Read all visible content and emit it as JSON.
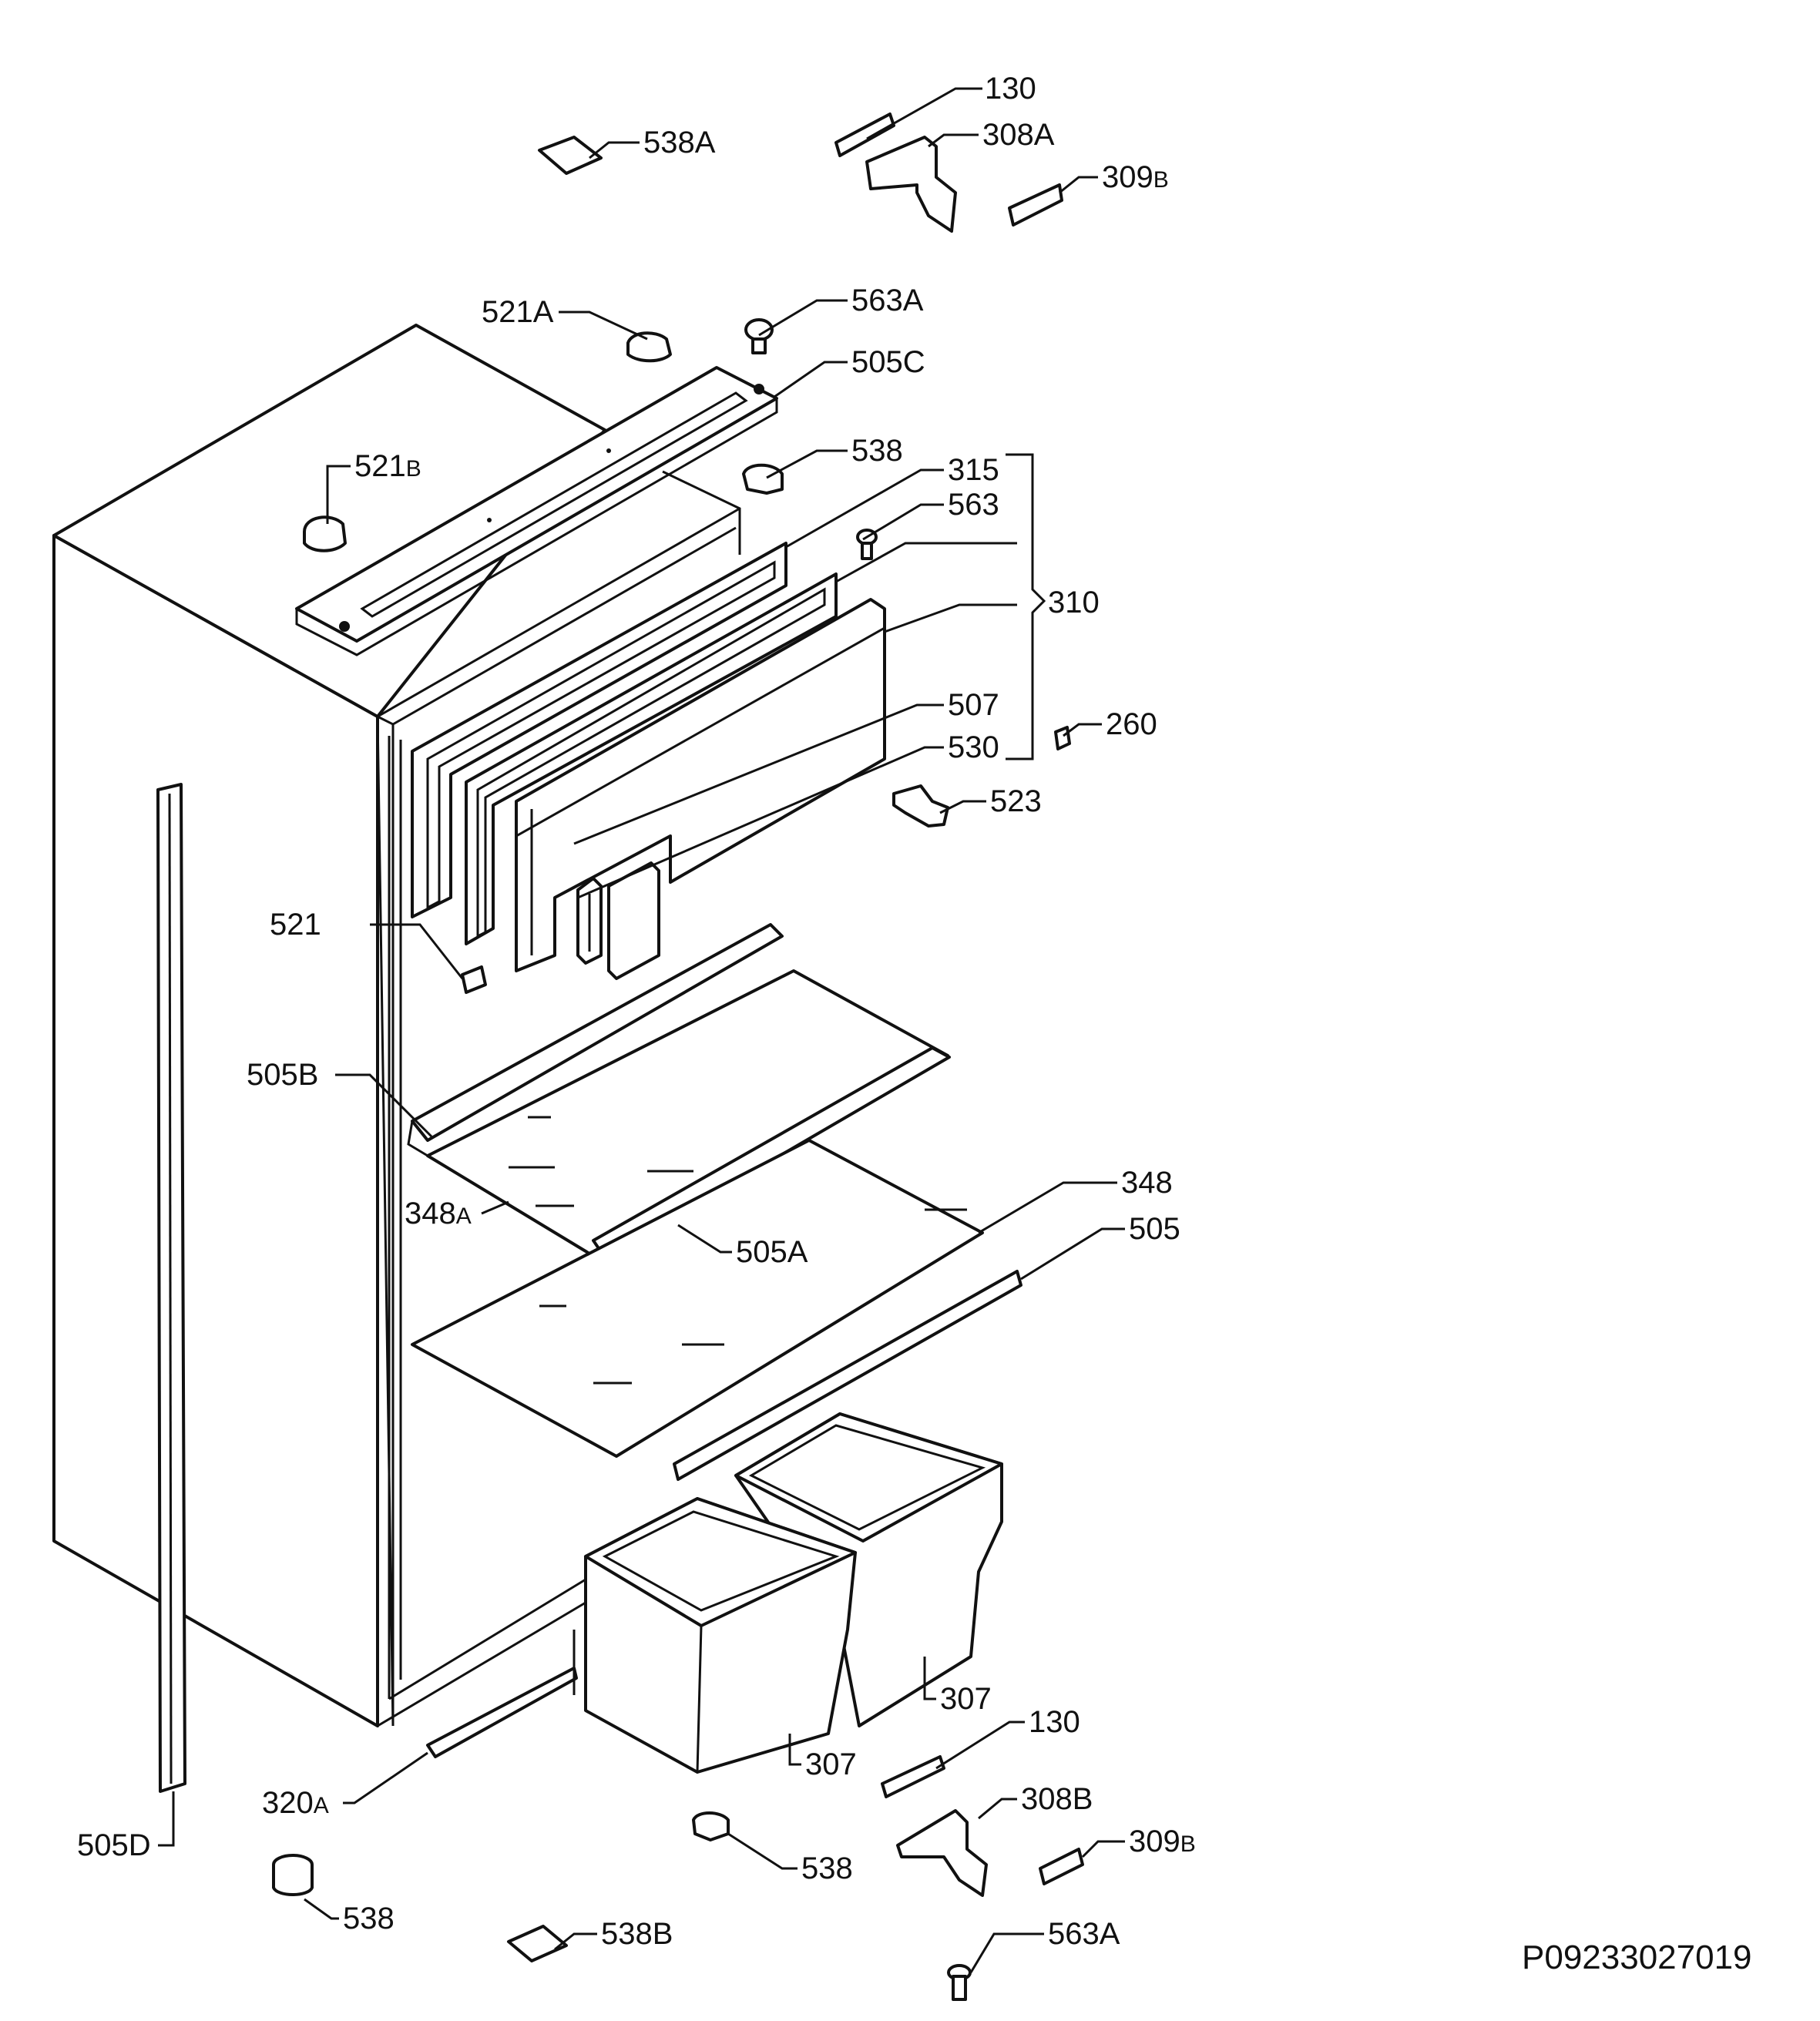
{
  "reference_code": "P09233027019",
  "callouts": [
    {
      "id": "c130a",
      "text": "130",
      "sub": ""
    },
    {
      "id": "c308a",
      "text": "308A",
      "sub": ""
    },
    {
      "id": "c309b1",
      "text": "309",
      "sub": "B"
    },
    {
      "id": "c538a",
      "text": "538A",
      "sub": ""
    },
    {
      "id": "c521a",
      "text": "521A",
      "sub": ""
    },
    {
      "id": "c563a1",
      "text": "563A",
      "sub": ""
    },
    {
      "id": "c505c",
      "text": "505C",
      "sub": ""
    },
    {
      "id": "c521b",
      "text": "521",
      "sub": "B"
    },
    {
      "id": "c538_1",
      "text": "538",
      "sub": ""
    },
    {
      "id": "c315",
      "text": "315",
      "sub": ""
    },
    {
      "id": "c563",
      "text": "563",
      "sub": ""
    },
    {
      "id": "c310",
      "text": "310",
      "sub": ""
    },
    {
      "id": "c507",
      "text": "507",
      "sub": ""
    },
    {
      "id": "c530",
      "text": "530",
      "sub": ""
    },
    {
      "id": "c260",
      "text": "260",
      "sub": ""
    },
    {
      "id": "c523",
      "text": "523",
      "sub": ""
    },
    {
      "id": "c521",
      "text": "521",
      "sub": ""
    },
    {
      "id": "c505b",
      "text": "505B",
      "sub": ""
    },
    {
      "id": "c348",
      "text": "348",
      "sub": ""
    },
    {
      "id": "c348a",
      "text": "348",
      "sub": "A"
    },
    {
      "id": "c505a",
      "text": "505A",
      "sub": ""
    },
    {
      "id": "c505",
      "text": "505",
      "sub": ""
    },
    {
      "id": "c307a",
      "text": "307",
      "sub": ""
    },
    {
      "id": "c307b",
      "text": "307",
      "sub": ""
    },
    {
      "id": "c130b",
      "text": "130",
      "sub": ""
    },
    {
      "id": "c320a",
      "text": "320",
      "sub": "A"
    },
    {
      "id": "c308b",
      "text": "308B",
      "sub": ""
    },
    {
      "id": "c309b2",
      "text": "309",
      "sub": "B"
    },
    {
      "id": "c505d",
      "text": "505D",
      "sub": ""
    },
    {
      "id": "c538_2",
      "text": "538",
      "sub": ""
    },
    {
      "id": "c538_3",
      "text": "538",
      "sub": ""
    },
    {
      "id": "c538b",
      "text": "538B",
      "sub": ""
    },
    {
      "id": "c563a2",
      "text": "563A",
      "sub": ""
    }
  ]
}
